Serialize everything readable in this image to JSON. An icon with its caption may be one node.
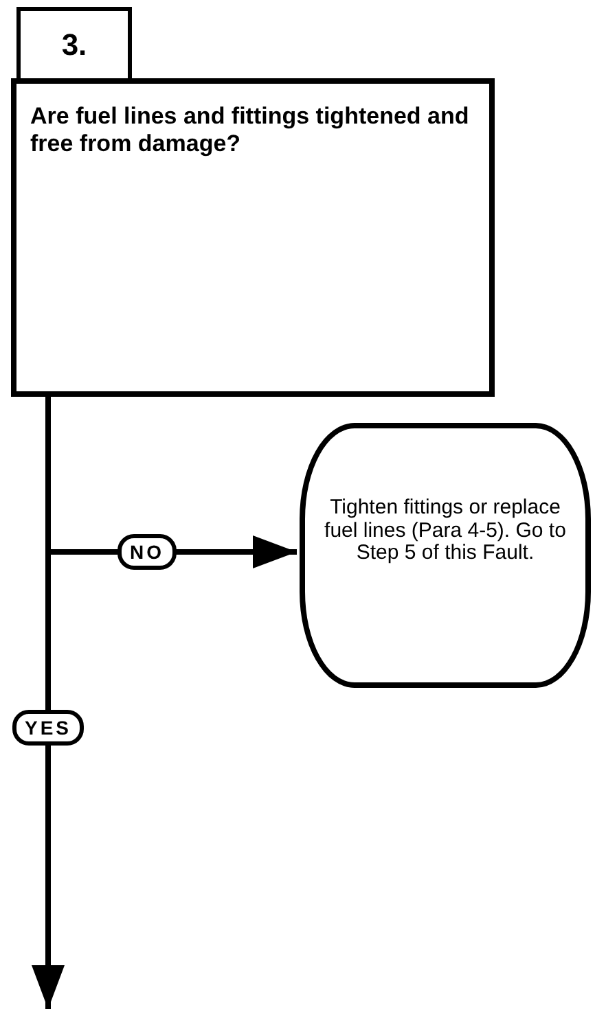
{
  "diagram": {
    "nodes": [
      {
        "text": [
          "3.",
          "Are fuel lines and fittings tightened and free from damage?"
        ]
      },
      {
        "text": [
          "Tighten fittings or replace fuel lines (Para 4-5).  Go to Step 5 of this Fault."
        ]
      }
    ],
    "edges": [
      {
        "from": 0,
        "to": 1,
        "arrow": "to",
        "label": "NO"
      },
      {
        "from": 0,
        "to": null,
        "arrow": "to",
        "label": "YES"
      }
    ]
  }
}
